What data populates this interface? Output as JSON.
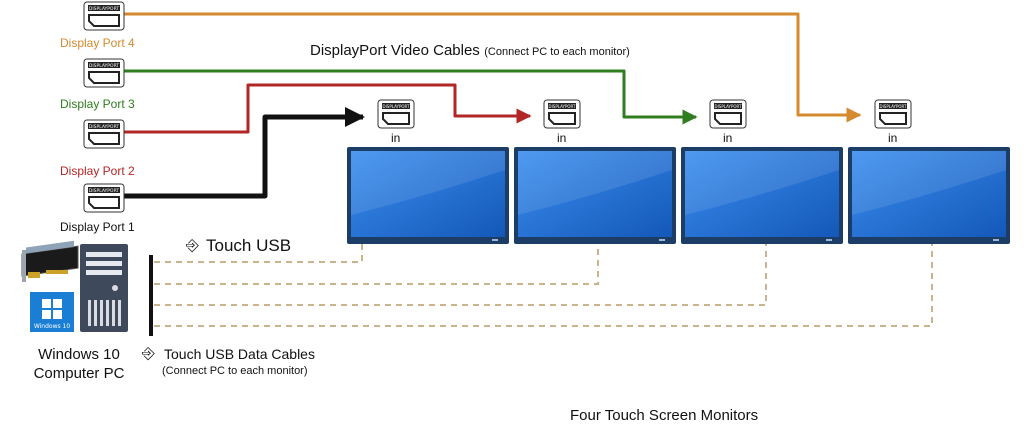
{
  "video_cables": {
    "title": "DisplayPort Video Cables",
    "subtitle": "(Connect PC to each monitor)"
  },
  "ports": [
    {
      "label": "Display Port 4",
      "color": "#d48a2e"
    },
    {
      "label": "Display Port 3",
      "color": "#2f7d1e"
    },
    {
      "label": "Display Port 2",
      "color": "#b22626"
    },
    {
      "label": "Display Port 1",
      "color": "#111111"
    }
  ],
  "connector_logo_text": "DISPLAYPORT",
  "monitor_input_label": "in",
  "touch_usb": {
    "label": "Touch USB",
    "icon": "usb-icon"
  },
  "usb_data_cables": {
    "title": "Touch USB Data Cables",
    "subtitle": "(Connect PC to each monitor)",
    "color": "#c9b48d"
  },
  "computer": {
    "line1": "Windows 10",
    "line2": "Computer PC",
    "os_badge": "Windows 10"
  },
  "footer": "Four Touch Screen Monitors",
  "colors": {
    "monitor_screen": "#1f6fd6",
    "monitor_frame": "#1c3d66"
  }
}
